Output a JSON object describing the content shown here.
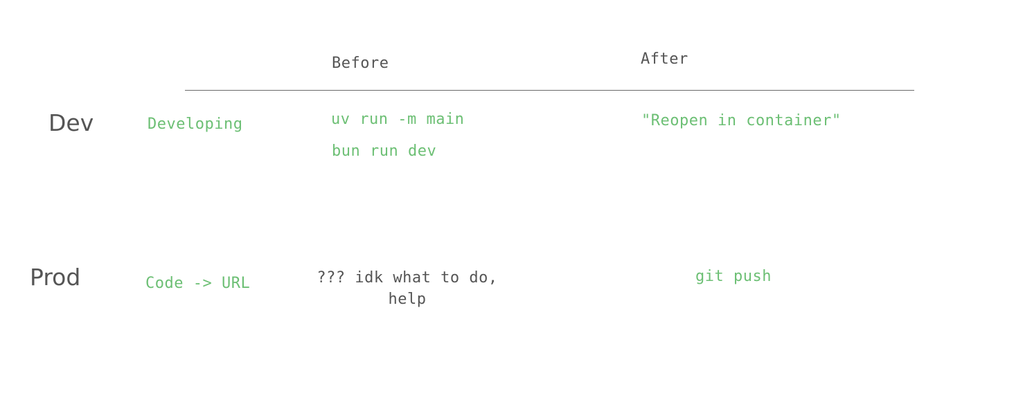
{
  "colors": {
    "dark_text": "#555555",
    "green_text": "#6cbf74",
    "divider": "#6a6a6a",
    "background": "#ffffff"
  },
  "headers": {
    "before": "Before",
    "after": "After"
  },
  "rows": {
    "dev": {
      "label": "Dev",
      "stage": "Developing",
      "before_1": "uv run -m main",
      "before_2": "bun run dev",
      "after": "\"Reopen in container\""
    },
    "prod": {
      "label": "Prod",
      "stage": "Code -> URL",
      "before_line1": "??? idk what to do,",
      "before_line2": "help",
      "after": "git push"
    }
  }
}
